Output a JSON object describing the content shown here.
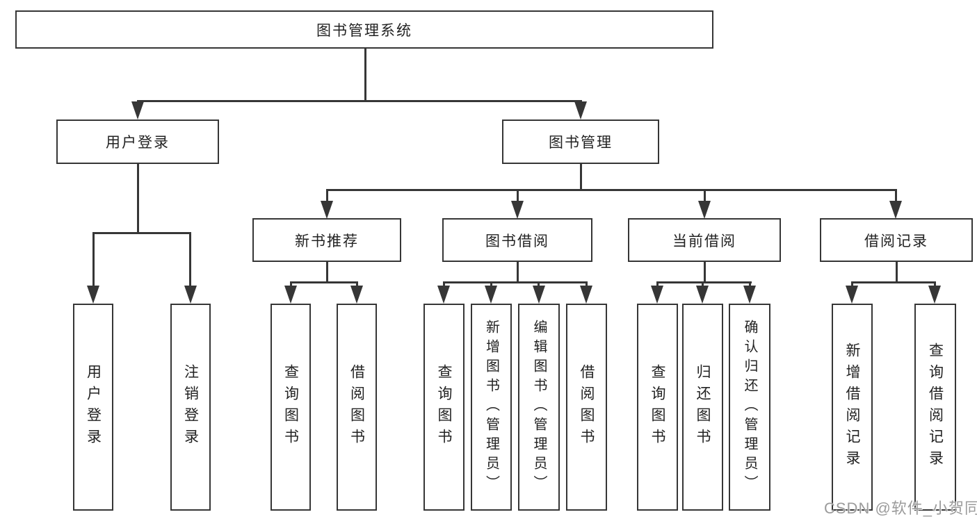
{
  "diagram_type": "hierarchy-tree",
  "colors": {
    "line": "#363636",
    "box_border": "#363636",
    "box_fill": "#ffffff",
    "text": "#222222",
    "watermark": "#9b9b9b",
    "background": "#ffffff"
  },
  "tree": {
    "label": "图书管理系统",
    "children": [
      {
        "label": "用户登录",
        "children": [
          {
            "label": "用户登录"
          },
          {
            "label": "注销登录"
          }
        ]
      },
      {
        "label": "图书管理",
        "children": [
          {
            "label": "新书推荐",
            "children": [
              {
                "label": "查询图书"
              },
              {
                "label": "借阅图书"
              }
            ]
          },
          {
            "label": "图书借阅",
            "children": [
              {
                "label": "查询图书"
              },
              {
                "label": "新增图书（管理员）"
              },
              {
                "label": "编辑图书（管理员）"
              },
              {
                "label": "借阅图书"
              }
            ]
          },
          {
            "label": "当前借阅",
            "children": [
              {
                "label": "查询图书"
              },
              {
                "label": "归还图书"
              },
              {
                "label": "确认归还（管理员）"
              }
            ]
          },
          {
            "label": "借阅记录",
            "children": [
              {
                "label": "新增借阅记录"
              },
              {
                "label": "查询借阅记录"
              }
            ]
          }
        ]
      }
    ]
  },
  "watermark": {
    "text": "CSDN @软件_小贺同学"
  }
}
